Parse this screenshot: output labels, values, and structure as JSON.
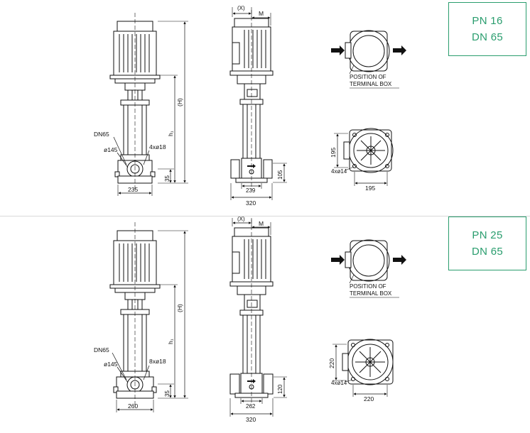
{
  "accent_color": "#2a9d6e",
  "variants": [
    {
      "rating": {
        "pn": "PN 16",
        "dn": "DN 65"
      },
      "side_view": {
        "dn_label": "DN65",
        "bolt_circle": "ø145",
        "holes": "4xø18",
        "foot_height": "35",
        "height_H": "(H)",
        "h1": "h₁",
        "base_width": "235"
      },
      "front_view": {
        "x_label": "(X)",
        "m_label": "M",
        "inner_width": "239",
        "base_width": "320",
        "foot_height": "105"
      },
      "terminal_box": {
        "label_line1": "POSITION OF",
        "label_line2": "TERMINAL BOX"
      },
      "base_plan": {
        "side": "195",
        "bottom": "195",
        "holes": "4xø14"
      }
    },
    {
      "rating": {
        "pn": "PN 25",
        "dn": "DN 65"
      },
      "side_view": {
        "dn_label": "DN65",
        "bolt_circle": "ø145",
        "holes": "8xø18",
        "foot_height": "35",
        "height_H": "(H)",
        "h1": "h₁",
        "base_width": "260"
      },
      "front_view": {
        "x_label": "(X)",
        "m_label": "M",
        "inner_width": "262",
        "base_width": "320",
        "foot_height": "120"
      },
      "terminal_box": {
        "label_line1": "POSITION OF",
        "label_line2": "TERMINAL BOX"
      },
      "base_plan": {
        "side": "220",
        "bottom": "220",
        "holes": "4xø14"
      }
    }
  ]
}
